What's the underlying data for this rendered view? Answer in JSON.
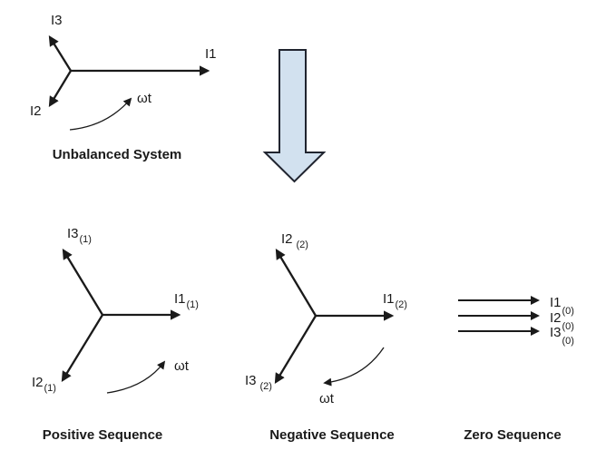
{
  "colors": {
    "ink": "#1a1a1a",
    "arrow_fill": "#d2e1ef",
    "arrow_stroke": "#20242f"
  },
  "unbalanced": {
    "caption": "Unbalanced System",
    "omega": "ωt",
    "labels": {
      "i1": "I1",
      "i2": "I2",
      "i3": "I3"
    }
  },
  "positive": {
    "caption": "Positive Sequence",
    "omega": "ωt",
    "labels": {
      "i1": {
        "main": "I1",
        "sub": "(1)"
      },
      "i2": {
        "main": "I2",
        "sub": "(1)"
      },
      "i3": {
        "main": "I3",
        "sub": "(1)"
      }
    }
  },
  "negative": {
    "caption": "Negative Sequence",
    "omega": "ωt",
    "labels": {
      "i1": {
        "main": "I1",
        "sub": "(2)"
      },
      "i2": {
        "main": "I2",
        "sub": "(2)"
      },
      "i3": {
        "main": "I3",
        "sub": "(2)"
      }
    }
  },
  "zero": {
    "caption": "Zero Sequence",
    "labels": {
      "i1": {
        "main": "I1",
        "sub": "(0)"
      },
      "i2": {
        "main": "I2",
        "sub": "(0)"
      },
      "i3": {
        "main": "I3",
        "sub": "(0)"
      }
    }
  }
}
